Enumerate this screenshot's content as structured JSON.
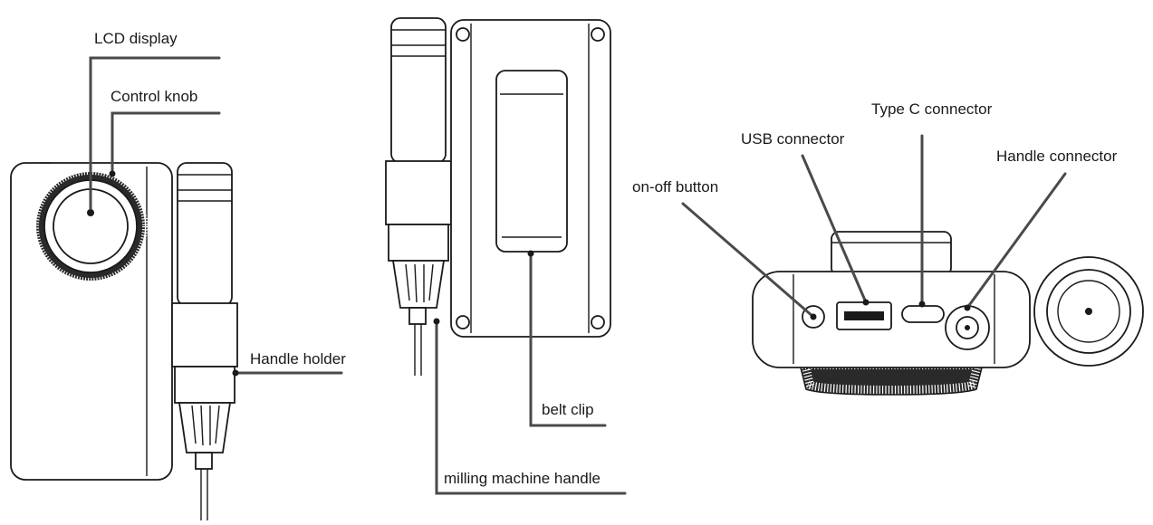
{
  "labels": {
    "lcd_display": "LCD display",
    "control_knob": "Control knob",
    "handle_holder": "Handle holder",
    "belt_clip": "belt clip",
    "milling_machine_handle": "milling machine handle",
    "on_off_button": "on-off button",
    "usb_connector": "USB connector",
    "type_c_connector": "Type C connector",
    "handle_connector": "Handle connector"
  },
  "colors": {
    "outline": "#1a1a1a",
    "leader_line": "#4a4a4a",
    "background": "#ffffff"
  }
}
